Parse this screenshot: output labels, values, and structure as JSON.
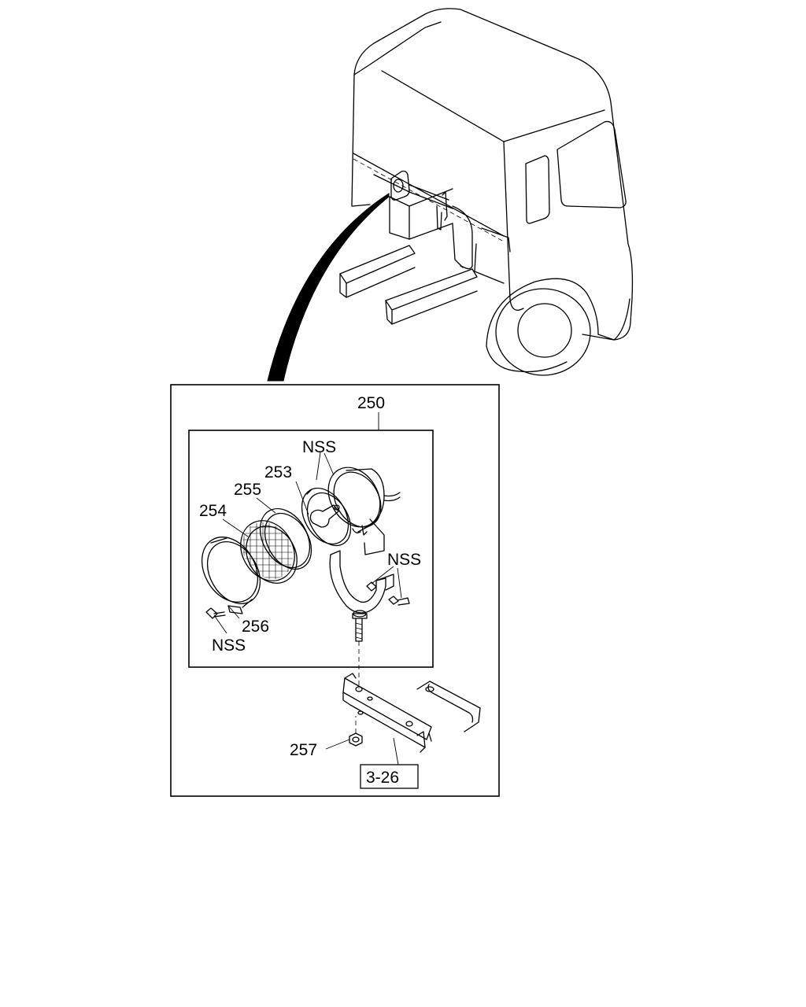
{
  "labels": {
    "assembly": "250",
    "bulb": "253",
    "lens": "254",
    "gasket": "255",
    "rim": "256",
    "nut": "257",
    "nss_top": "NSS",
    "nss_right": "NSS",
    "nss_bottom": "NSS",
    "reference": "3-26"
  }
}
